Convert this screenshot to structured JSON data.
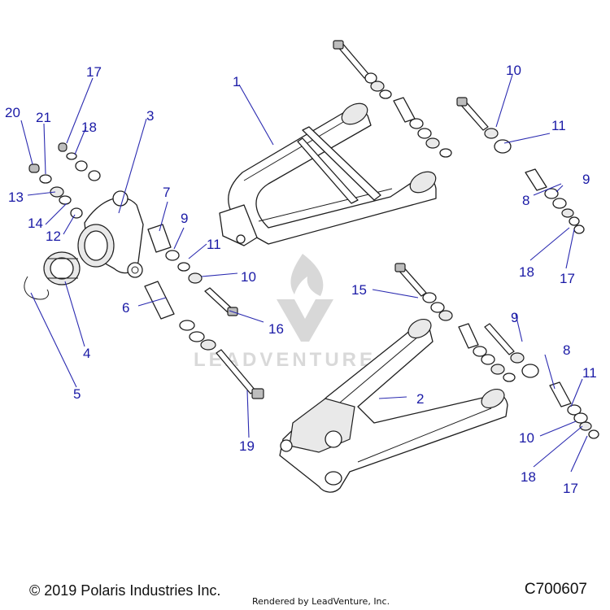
{
  "watermark": {
    "text": "LEADVENTURE",
    "logo": "leadventure-flame-icon"
  },
  "callouts": {
    "c1": "1",
    "c2": "2",
    "c3": "3",
    "c4": "4",
    "c5": "5",
    "c6": "6",
    "c7": "7",
    "c8a": "8",
    "c8b": "8",
    "c9a": "9",
    "c9b": "9",
    "c9c": "9",
    "c10a": "10",
    "c10b": "10",
    "c10c": "10",
    "c11a": "11",
    "c11b": "11",
    "c11c": "11",
    "c12": "12",
    "c13": "13",
    "c14": "14",
    "c15": "15",
    "c16": "16",
    "c17a": "17",
    "c17b": "17",
    "c17c": "17",
    "c18a": "18",
    "c18b": "18",
    "c18c": "18",
    "c19": "19",
    "c20": "20",
    "c21": "21"
  },
  "colors": {
    "callout": "#1a1aa6",
    "line": "#1e1e1e"
  },
  "footer": {
    "copyright": "© 2019 Polaris Industries Inc.",
    "rendered_by": "Rendered by LeadVenture, Inc.",
    "drawing_id": "C700607"
  }
}
